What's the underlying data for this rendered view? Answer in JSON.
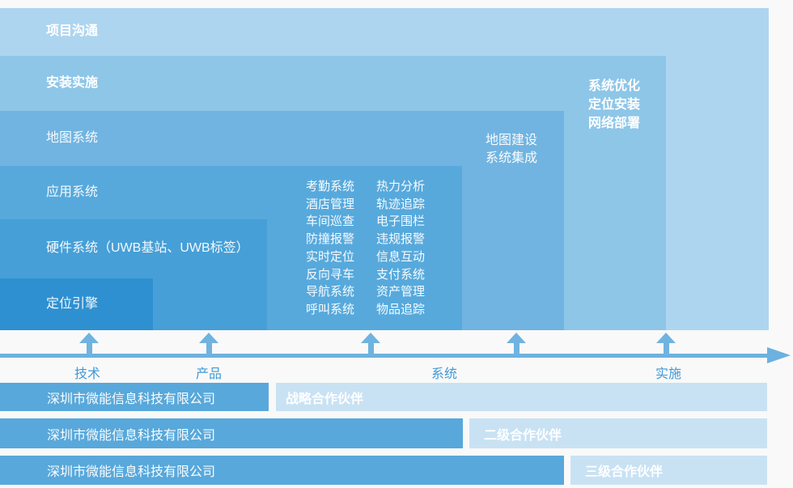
{
  "colors": {
    "bg": "#f9f9f9",
    "layer1": "#aed5ef",
    "layer2": "#8ec6e8",
    "layer3": "#71b4e1",
    "layer4": "#57a9dc",
    "layer5": "#469fd7",
    "layer6": "#2f90d1",
    "axis-line": "#6cb1df",
    "axis-arrow": "#6fb3e0",
    "axis-label": "#4299d4",
    "company-bar": "#58a8db",
    "partner-bar": "#c8e2f4"
  },
  "pyramid": {
    "layers": [
      {
        "label": "项目沟通"
      },
      {
        "label": "安装实施"
      },
      {
        "label": "地图系统"
      },
      {
        "label": "应用系统"
      },
      {
        "label": "硬件系统（UWB基站、UWB标签）"
      },
      {
        "label": "定位引擎"
      }
    ]
  },
  "features": {
    "col1": [
      "考勤系统",
      "酒店管理",
      "车间巡查",
      "防撞报警",
      "实时定位",
      "反向寻车",
      "导航系统",
      "呼叫系统"
    ],
    "col2": [
      "热力分析",
      "轨迹追踪",
      "电子围栏",
      "违规报警",
      "信息互动",
      "支付系统",
      "资产管理",
      "物品追踪"
    ]
  },
  "map_column": {
    "line1": "地图建设",
    "line2": "系统集成"
  },
  "install_column": {
    "line1": "系统优化",
    "line2": "定位安装",
    "line3": "网络部署"
  },
  "axis": {
    "labels": {
      "technology": "技术",
      "product": "产品",
      "system": "系统",
      "implementation": "实施"
    }
  },
  "partners": [
    {
      "company": "深圳市微能信息科技有限公司",
      "level": "战略合作伙伴"
    },
    {
      "company": "深圳市微能信息科技有限公司",
      "level": "二级合作伙伴"
    },
    {
      "company": "深圳市微能信息科技有限公司",
      "level": "三级合作伙伴"
    }
  ]
}
